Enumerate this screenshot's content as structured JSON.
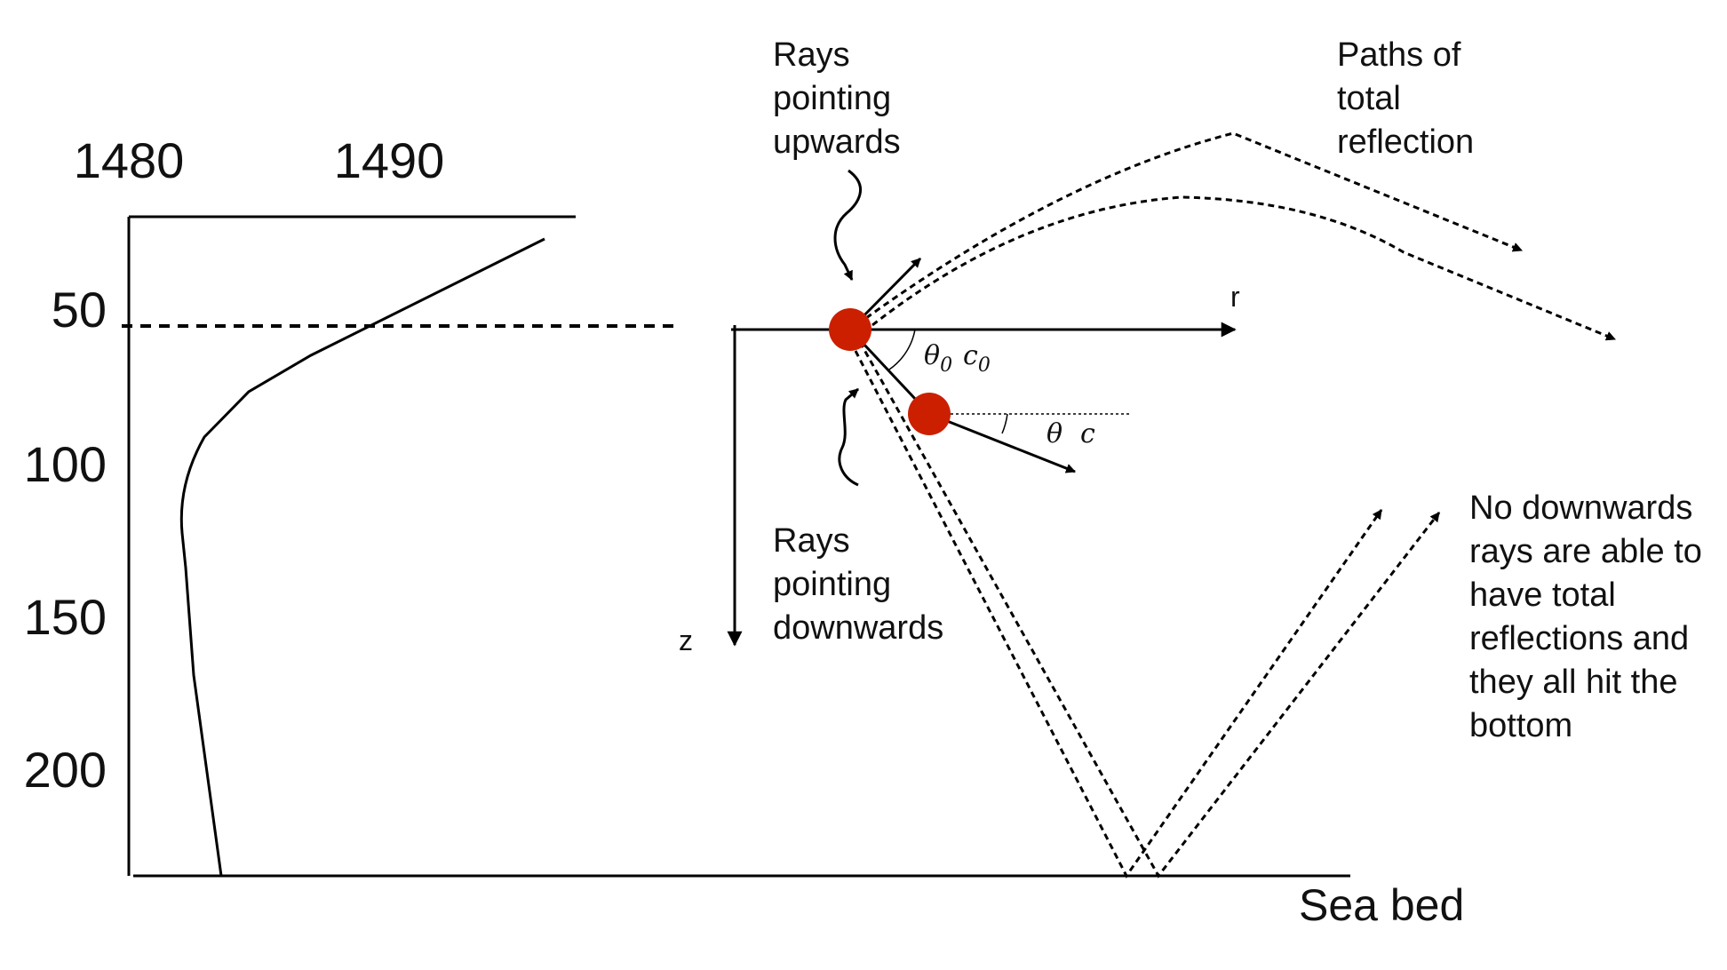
{
  "profile": {
    "speed_ticks": [
      "1480",
      "1490"
    ],
    "depth_ticks": [
      "50",
      "100",
      "150",
      "200"
    ]
  },
  "axes": {
    "r_label": "r",
    "z_label": "z"
  },
  "angles": {
    "theta0": "θ",
    "theta0_sub": "0",
    "c0": "c",
    "c0_sub": "0",
    "theta": "θ",
    "c": "c"
  },
  "notes": {
    "rays_up": [
      "Rays",
      "pointing",
      "upwards"
    ],
    "rays_down": [
      "Rays",
      "pointing",
      "downwards"
    ],
    "total_reflection": [
      "Paths of",
      "total",
      "reflection"
    ],
    "no_downwards": [
      "No downwards",
      "rays are able to",
      "have total",
      "reflections and",
      "they all hit the",
      "bottom"
    ]
  },
  "seabed_label": "Sea bed",
  "colors": {
    "line": "#000000",
    "source": "#cc1f00"
  }
}
